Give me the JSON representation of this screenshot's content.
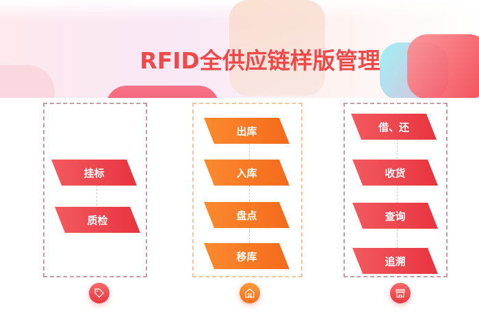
{
  "title": "RFID全供应链样版管理",
  "columns": [
    {
      "items": [
        "挂标",
        "质检"
      ],
      "icon": "tag-icon"
    },
    {
      "items": [
        "出库",
        "入库",
        "盘点",
        "移库"
      ],
      "icon": "warehouse-icon"
    },
    {
      "items": [
        "借、还",
        "收货",
        "查询",
        "追溯"
      ],
      "icon": "store-icon"
    }
  ],
  "colors": {
    "red": "#e8343f",
    "orange": "#f46a1c",
    "title": "#ee4a4a"
  }
}
